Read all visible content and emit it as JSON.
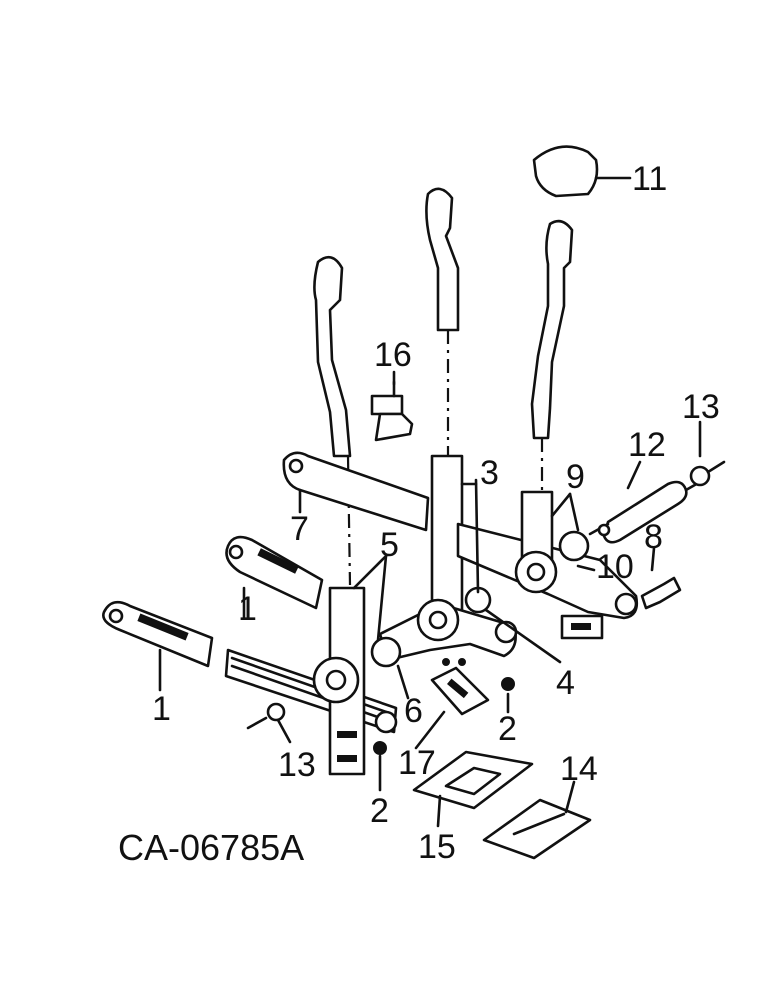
{
  "diagram": {
    "drawing_code": "CA-06785A",
    "callouts": [
      "11",
      "16",
      "13",
      "12",
      "3",
      "9",
      "8",
      "7",
      "10",
      "5",
      "1",
      "1",
      "4",
      "6",
      "2",
      "13",
      "17",
      "2",
      "14",
      "15"
    ]
  }
}
